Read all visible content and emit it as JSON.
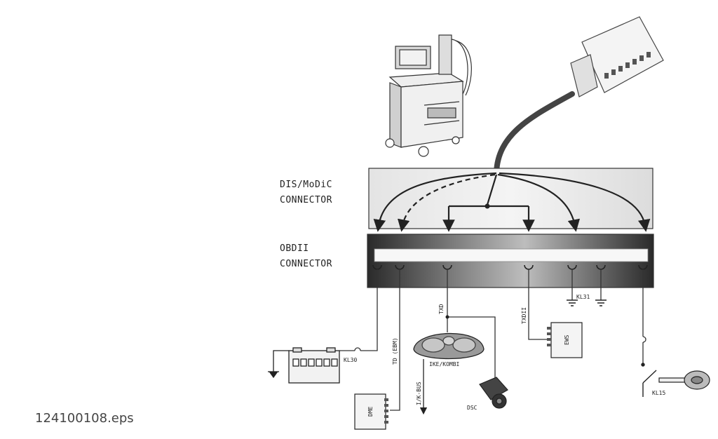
{
  "connectors": {
    "dis_line1": "DIS/MoDiC",
    "dis_line2": "CONNECTOR",
    "obd_line1": "OBDII",
    "obd_line2": "CONNECTOR"
  },
  "labels": {
    "kl31": "KL31",
    "kl30": "KL30",
    "kl15": "KL15",
    "td_ebm": "TD (EBM)",
    "txd": "TXD",
    "txd2": "TXDII",
    "ike": "IKE/KOMBI",
    "ik_bus": "I/K-BUS",
    "dme": "DME",
    "ews": "EWS",
    "dsc": "DSC"
  },
  "caption": "124100108.eps"
}
